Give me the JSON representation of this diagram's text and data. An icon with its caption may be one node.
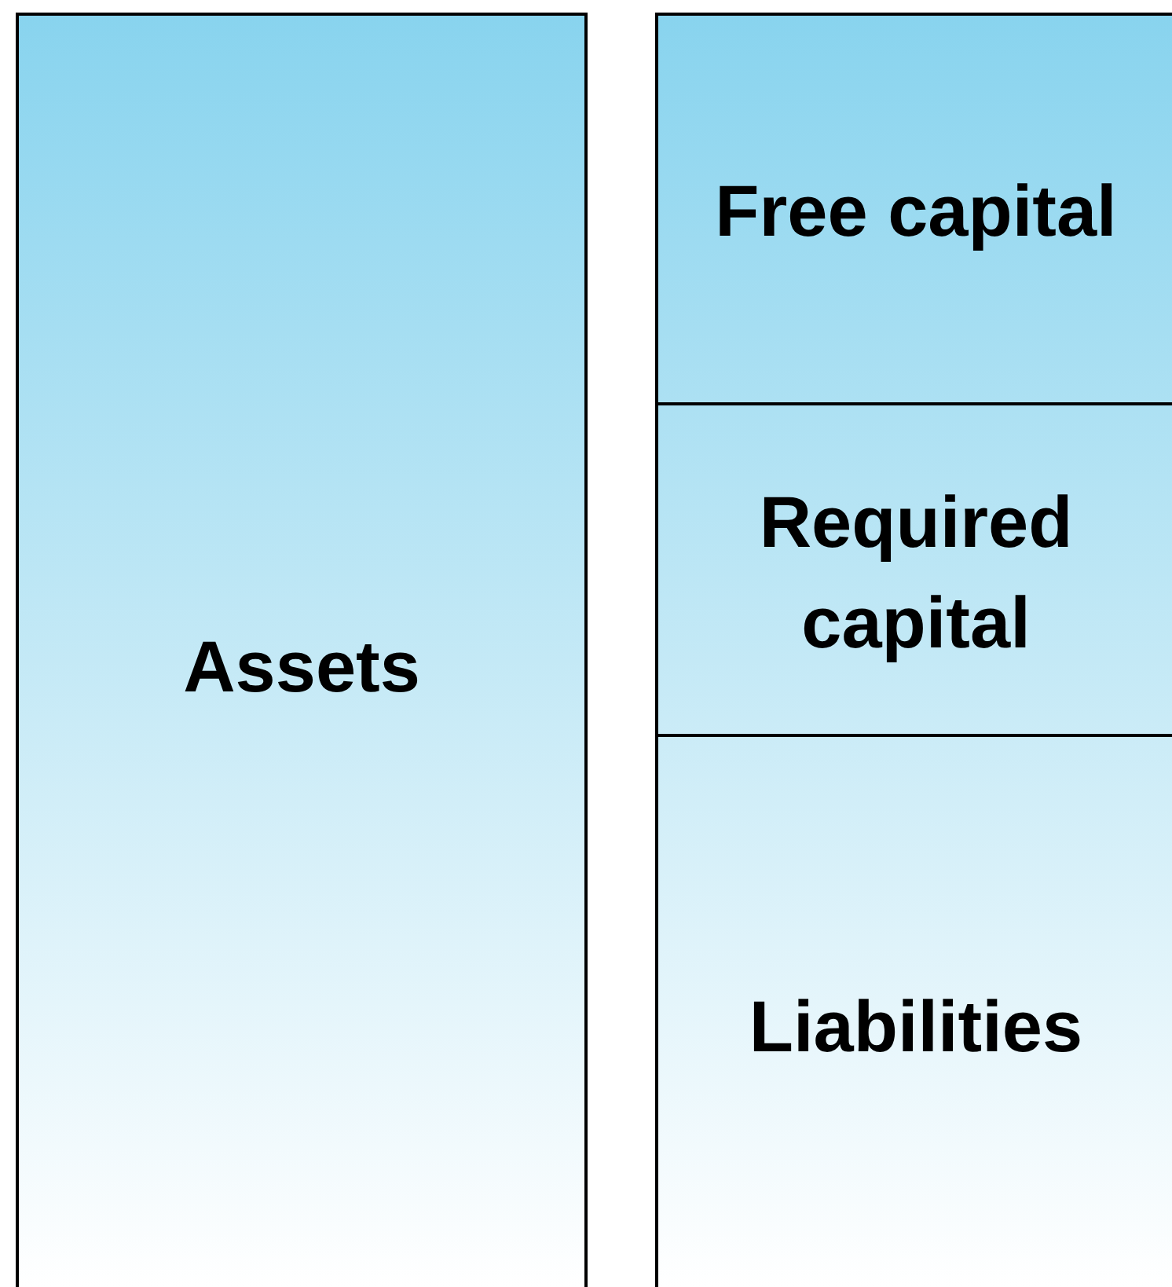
{
  "diagram": {
    "nodes": [
      {
        "text": [
          "Assets"
        ]
      },
      {
        "text": [
          "Free capital"
        ]
      },
      {
        "text": [
          "Required capital"
        ]
      },
      {
        "text": [
          "Liabilities"
        ]
      }
    ],
    "edges": []
  }
}
